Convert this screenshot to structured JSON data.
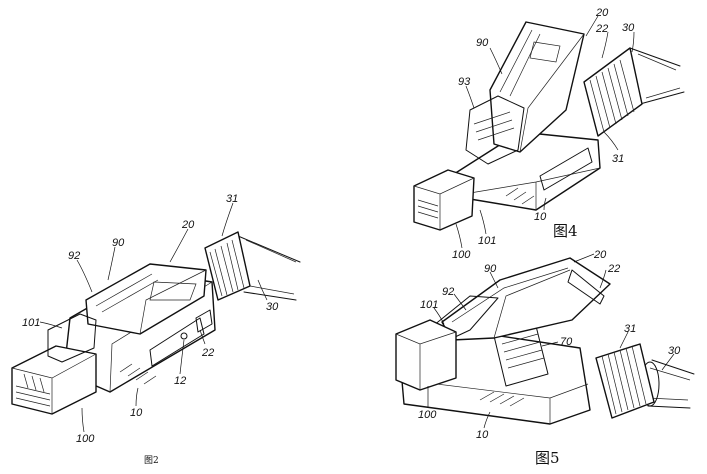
{
  "figures": [
    {
      "id": "fig2",
      "caption": "图2",
      "labels": {
        "l31": "31",
        "l20": "20",
        "l90": "90",
        "l92": "92",
        "l101": "101",
        "l30": "30",
        "l12": "12",
        "l22": "22",
        "l10": "10",
        "l100": "100"
      }
    },
    {
      "id": "fig4",
      "caption": "图4",
      "labels": {
        "l20": "20",
        "l22": "22",
        "l30": "30",
        "l90": "90",
        "l93": "93",
        "l31": "31",
        "l10": "10",
        "l100": "100",
        "l101": "101"
      }
    },
    {
      "id": "fig5",
      "caption": "图5",
      "labels": {
        "l20": "20",
        "l22": "22",
        "l90": "90",
        "l92": "92",
        "l101": "101",
        "l70": "70",
        "l31": "31",
        "l30": "30",
        "l100": "100",
        "l10": "10"
      }
    }
  ]
}
